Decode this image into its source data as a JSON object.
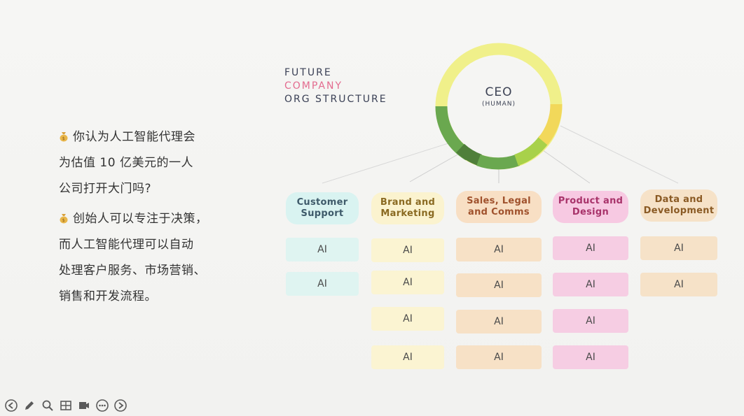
{
  "left_text": {
    "para1": [
      "你认为人工智能代理会",
      "为估值 10 亿美元的一人",
      "公司打开大门吗?"
    ],
    "para2": [
      "创始人可以专注于决策，",
      "而人工智能代理可以自动",
      "处理客户服务、市场营销、",
      "销售和开发流程。"
    ],
    "bullet_icon": "money-bag-icon"
  },
  "title": {
    "line1": "FUTURE",
    "line2": "COMPANY",
    "line3": "ORG STRUCTURE"
  },
  "ceo": {
    "label": "CEO",
    "sub": "(HUMAN)"
  },
  "columns": [
    {
      "header": [
        "Customer",
        "Support"
      ],
      "text_color": "#3e5a6a",
      "bg": "#d9f3f1",
      "cell_bg": "#dff4f1",
      "cells": [
        "AI",
        "AI"
      ]
    },
    {
      "header": [
        "Brand and",
        "Marketing"
      ],
      "text_color": "#8a6a22",
      "bg": "#fbf3cf",
      "cell_bg": "#fbf4d2",
      "cells": [
        "AI",
        "AI",
        "AI",
        "AI"
      ]
    },
    {
      "header": [
        "Sales, Legal",
        "and Comms"
      ],
      "text_color": "#a0522d",
      "bg": "#f8dfc4",
      "cell_bg": "#f7e1c6",
      "cells": [
        "AI",
        "AI",
        "AI",
        "AI"
      ]
    },
    {
      "header": [
        "Product and",
        "Design"
      ],
      "text_color": "#a8336a",
      "bg": "#f7c9e2",
      "cell_bg": "#f6cde3",
      "cells": [
        "AI",
        "AI",
        "AI",
        "AI"
      ]
    },
    {
      "header": [
        "Data and",
        "Development"
      ],
      "text_color": "#8a5a24",
      "bg": "#f6e2c8",
      "cell_bg": "#f6e2c8",
      "cells": [
        "AI",
        "AI"
      ]
    }
  ],
  "colors": {
    "ring_yellow": "#f0f08a",
    "ring_green_dark": "#4f7f3a",
    "ring_green": "#6aa84f",
    "ring_lime": "#a8d14a",
    "ring_gold": "#f2d85a",
    "title_accent": "#e36b8f"
  },
  "toolbar": [
    "back-icon",
    "pen-icon",
    "zoom-icon",
    "grid-icon",
    "video-icon",
    "more-icon",
    "forward-icon"
  ]
}
